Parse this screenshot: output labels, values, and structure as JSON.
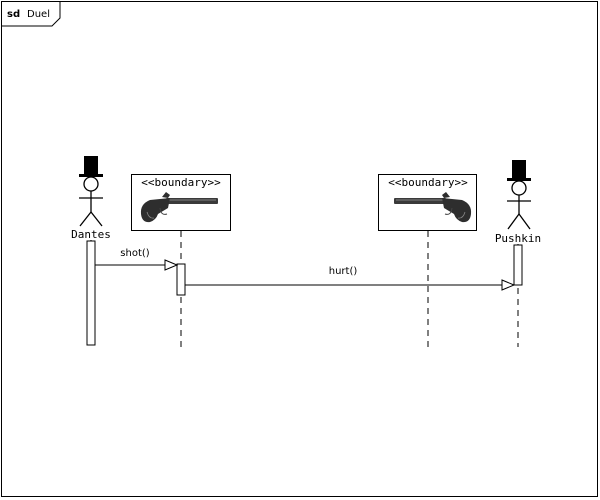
{
  "frame": {
    "keyword": "sd",
    "name": "Duel"
  },
  "participants": {
    "dantes": {
      "label": "Dantes",
      "kind": "actor"
    },
    "pistol_left": {
      "stereotype": "<<boundary>>",
      "kind": "boundary",
      "icon": "pistol-icon"
    },
    "pistol_right": {
      "stereotype": "<<boundary>>",
      "kind": "boundary",
      "icon": "pistol-icon"
    },
    "pushkin": {
      "label": "Pushkin",
      "kind": "actor"
    }
  },
  "messages": [
    {
      "label": "shot()",
      "from": "dantes",
      "to": "pistol_left"
    },
    {
      "label": "hurt()",
      "from": "pistol_left",
      "to": "pushkin"
    }
  ]
}
